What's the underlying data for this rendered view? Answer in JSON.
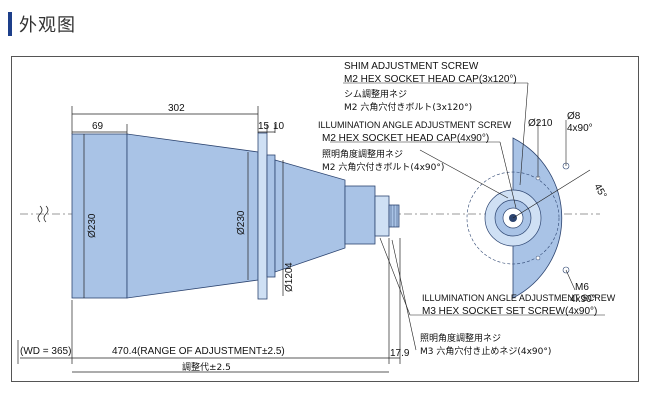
{
  "header": {
    "title": "外观图"
  },
  "dims": {
    "len_302": "302",
    "len_69": "69",
    "len_15": "15",
    "len_10": "10",
    "dia_230_left": "Ø230",
    "dia_230_mid": "Ø230",
    "dia_120": "Ø120",
    "dia_4": "4",
    "wd": "(WD = 365)",
    "range": "470.4(RANGE OF ADJUSTMENT±2.5)",
    "range_jp": "調整代±2.5",
    "len_179": "17.9",
    "dia_210": "Ø210",
    "dia_8": "Ø8",
    "holes_4x90_top": "4x90°",
    "angle_45": "45°",
    "m6": "M6",
    "holes_4x90_bottom": "4x90°"
  },
  "callouts": {
    "shim_en_1": "SHIM ADJUSTMENT SCREW",
    "shim_en_2": "M2 HEX SOCKET HEAD CAP(3x120°)",
    "shim_jp_1": "シム調整用ネジ",
    "shim_jp_2": "M2 六角穴付きボルト(3x120°)",
    "illum_en_1": "ILLUMINATION ANGLE ADJUSTMENT SCREW",
    "illum_en_2": "M2 HEX SOCKET HEAD CAP(4x90°)",
    "illum_jp_1": "照明角度調整用ネジ",
    "illum_jp_2": "M2 六角穴付きボルト(4x90°)",
    "illum2_en_1": "ILLUMINATION ANGLE ADJUSTMENT SCREW",
    "illum2_en_2": "M3 HEX SOCKET SET SCREW(4x90°)",
    "illum2_jp_1": "照明角度調整用ネジ",
    "illum2_jp_2": "M3 六角穴付き止めネジ(4x90°)"
  },
  "colors": {
    "body": "#a9c3e6",
    "body_light": "#cfe0f4",
    "outline": "#2c4470",
    "accent": "#1d3f8a"
  }
}
